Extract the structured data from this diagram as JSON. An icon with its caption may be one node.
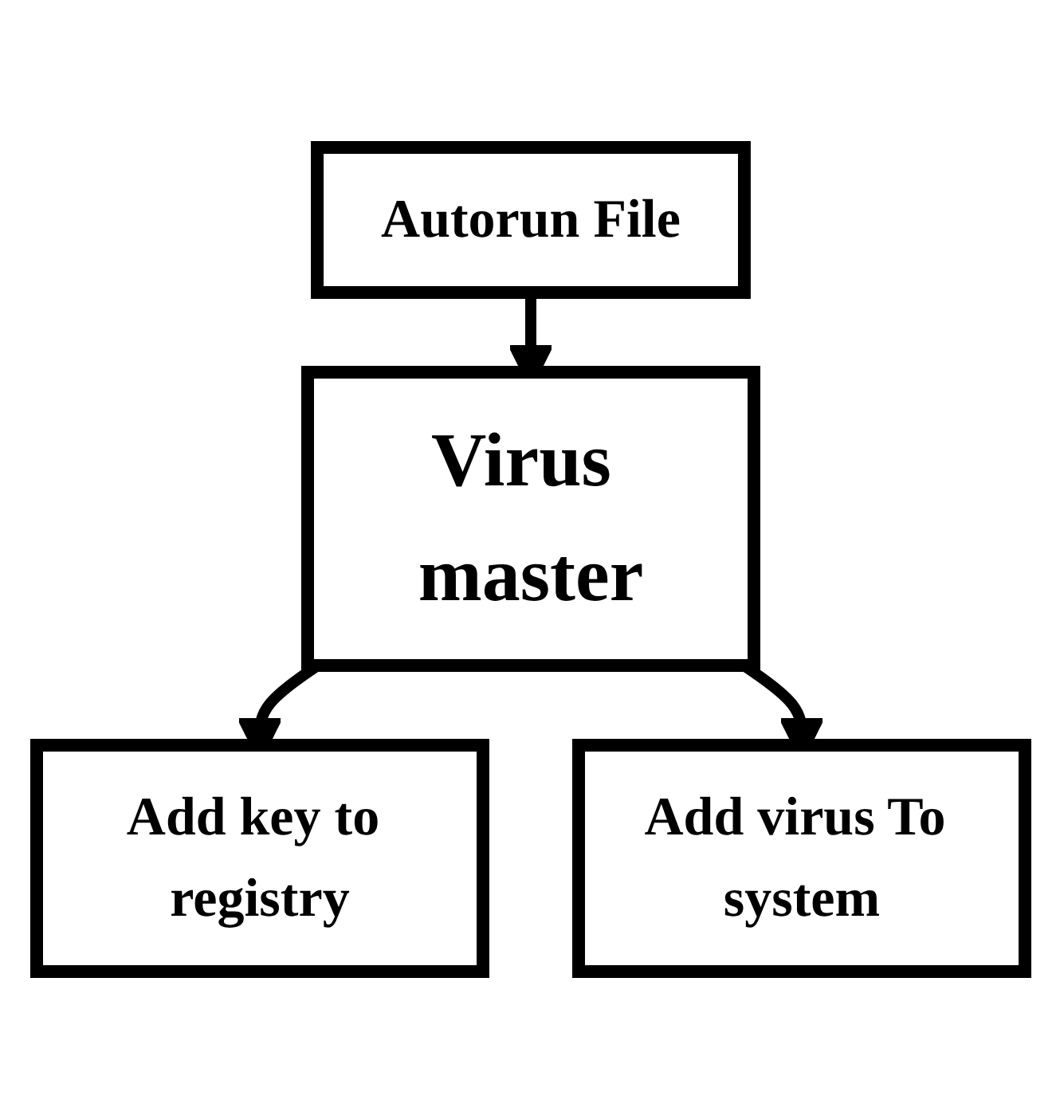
{
  "diagram": {
    "nodes": [
      {
        "text": [
          "Autorun File"
        ]
      },
      {
        "text": [
          "Virus master"
        ]
      },
      {
        "text": [
          "Add key to registry"
        ]
      },
      {
        "text": [
          "Add virus To system"
        ]
      }
    ],
    "edges": [
      {
        "from": 0,
        "to": 1,
        "arrow": "to"
      },
      {
        "from": 1,
        "to": 2,
        "arrow": "to"
      },
      {
        "from": 1,
        "to": 3,
        "arrow": "to"
      }
    ]
  }
}
